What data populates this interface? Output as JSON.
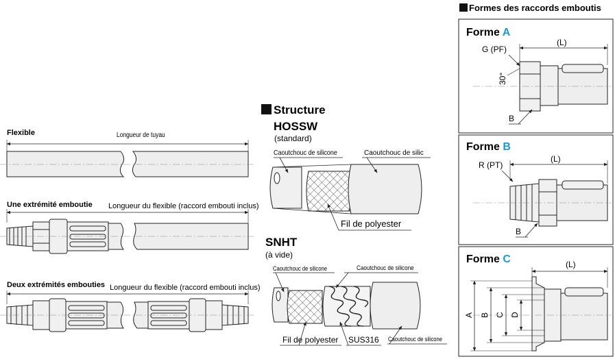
{
  "left": {
    "flexible": {
      "title": "Flexible",
      "length_label": "Longueur de tuyau"
    },
    "one_end": {
      "title": "Une extrémité emboutie",
      "length_label": "Longueur du flexible (raccord embouti inclus)"
    },
    "two_ends": {
      "title": "Deux extrémités embouties",
      "length_label": "Longueur du flexible (raccord embouti inclus)"
    }
  },
  "structure": {
    "heading": "Structure",
    "hossw": {
      "name": "HOSSW",
      "sub": "(standard)",
      "inner": "Caoutchouc de silicone",
      "outer": "Caoutchouc de silic",
      "braid": "Fil de polyester"
    },
    "snht": {
      "name": "SNHT",
      "sub": "(à vide)",
      "inner": "Caoutchouc de silicone",
      "middle": "Caoutchouc de silicone",
      "braid": "Fil de polyester",
      "wire": "SUS316",
      "outer": "Caoutchouc de silicone"
    }
  },
  "forms": {
    "heading": "Formes des raccords emboutis",
    "a": {
      "prefix": "Forme ",
      "letter": "A",
      "thread": "G (PF)",
      "angle": "30°",
      "length": "(L)",
      "b": "B"
    },
    "b": {
      "prefix": "Forme ",
      "letter": "B",
      "thread": "R (PT)",
      "length": "(L)",
      "b": "B"
    },
    "c": {
      "prefix": "Forme ",
      "letter": "C",
      "length": "(L)",
      "dims": [
        "A",
        "B",
        "C",
        "D"
      ]
    }
  },
  "colors": {
    "accent": "#1a9ad6",
    "line": "#222222",
    "fill": "#f0f0f0",
    "hose": "#eeeeee"
  }
}
